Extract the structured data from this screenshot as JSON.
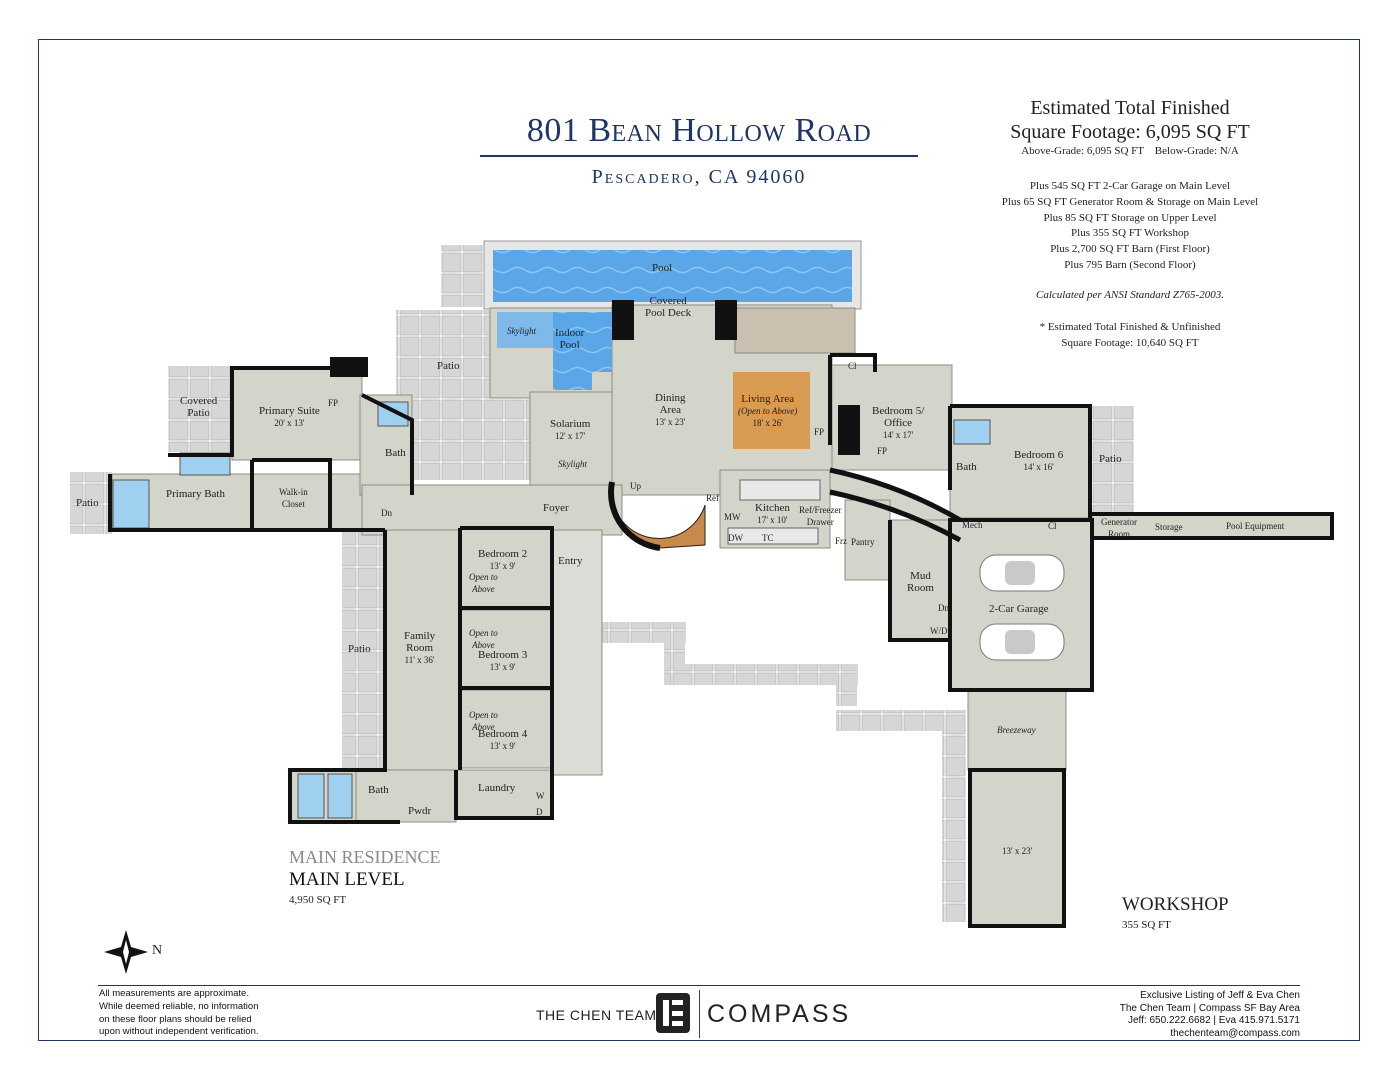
{
  "header": {
    "title": "801 Bean Hollow Road",
    "subtitle": "Pescadero, CA 94060"
  },
  "sqft": {
    "heading_line1": "Estimated Total Finished",
    "heading_line2": "Square Footage: 6,095 SQ FT",
    "breakdown": "Above-Grade: 6,095 SQ FT    Below-Grade: N/A",
    "plus_lines": [
      "Plus 545 SQ FT 2-Car Garage on Main Level",
      "Plus 65 SQ FT Generator Room & Storage on Main Level",
      "Plus 85 SQ FT Storage on Upper Level",
      "Plus 355 SQ FT Workshop",
      "Plus 2,700 SQ FT Barn (First Floor)",
      "Plus 795 Barn (Second Floor)"
    ],
    "calculated": "Calculated per ANSI Standard Z765-2003.",
    "estimated_line1": "* Estimated Total Finished & Unfinished",
    "estimated_line2": "Square Footage: 10,640 SQ FT"
  },
  "levels": {
    "residence_label": "MAIN RESIDENCE",
    "main_level": "MAIN LEVEL",
    "main_sqft": "4,950 SQ FT",
    "workshop_label": "WORKSHOP",
    "workshop_sqft": "355 SQ FT"
  },
  "rooms": {
    "pool": "Pool",
    "covered_pool_deck_1": "Covered",
    "covered_pool_deck_2": "Pool Deck",
    "skylight": "Skylight",
    "indoor_pool_1": "Indoor",
    "indoor_pool_2": "Pool",
    "patio": "Patio",
    "covered_patio_1": "Covered",
    "covered_patio_2": "Patio",
    "primary_suite": "Primary Suite",
    "primary_suite_dim": "20' x 13'",
    "fp": "FP",
    "bath": "Bath",
    "primary_bath": "Primary Bath",
    "walk_in_1": "Walk-in",
    "walk_in_2": "Closet",
    "dn": "Dn",
    "solarium": "Solarium",
    "solarium_dim": "12' x 17'",
    "dining_1": "Dining",
    "dining_2": "Area",
    "dining_dim": "13' x 23'",
    "living": "Living Area",
    "living_note": "(Open to Above)",
    "living_dim": "18' x 26'",
    "cl": "Cl",
    "bedroom5_1": "Bedroom 5/",
    "bedroom5_2": "Office",
    "bedroom5_dim": "14' x 17'",
    "bedroom6": "Bedroom 6",
    "bedroom6_dim": "14' x 16'",
    "foyer": "Foyer",
    "up": "Up",
    "ref": "Ref",
    "mw": "MW",
    "kitchen": "Kitchen",
    "kitchen_dim": "17' x 10'",
    "ref_freezer_1": "Ref/Freezer",
    "ref_freezer_2": "Drawer",
    "dw": "DW",
    "tc": "TC",
    "frz": "Frz",
    "pantry": "Pantry",
    "mech": "Mech",
    "generator_1": "Generator",
    "generator_2": "Room",
    "storage": "Storage",
    "pool_equipment": "Pool Equipment",
    "mud_1": "Mud",
    "mud_2": "Room",
    "wd": "W/D",
    "garage": "2-Car Garage",
    "entry": "Entry",
    "bedroom2": "Bedroom 2",
    "bedroom_dim": "13' x 9'",
    "open_1": "Open to",
    "open_2": "Above",
    "bedroom3": "Bedroom 3",
    "bedroom4": "Bedroom 4",
    "family_1": "Family",
    "family_2": "Room",
    "family_dim": "11' x 36'",
    "laundry": "Laundry",
    "w": "W",
    "d": "D",
    "pwdr": "Pwdr",
    "breezeway": "Breezeway",
    "workshop_dim": "13' x 23'",
    "north": "N"
  },
  "footer": {
    "disclaimer": [
      "All measurements are approximate.",
      "While deemed reliable, no information",
      "on these floor plans should be relied",
      "upon without independent verification."
    ],
    "brand_team": "THE CHEN TEAM",
    "brand_compass": "COMPASS",
    "listing": [
      "Exclusive Listing of Jeff & Eva Chen",
      "The Chen Team | Compass SF Bay Area",
      "Jeff: 650.222.6682 | Eva 415.971.5171",
      "thechenteam@compass.com"
    ]
  },
  "colors": {
    "navy": "#1f3566",
    "floor": "#d3d4ca",
    "wall": "#111111",
    "pool": "#5aa6e6",
    "living": "#d99a52",
    "tile": "#d6d6d6"
  }
}
